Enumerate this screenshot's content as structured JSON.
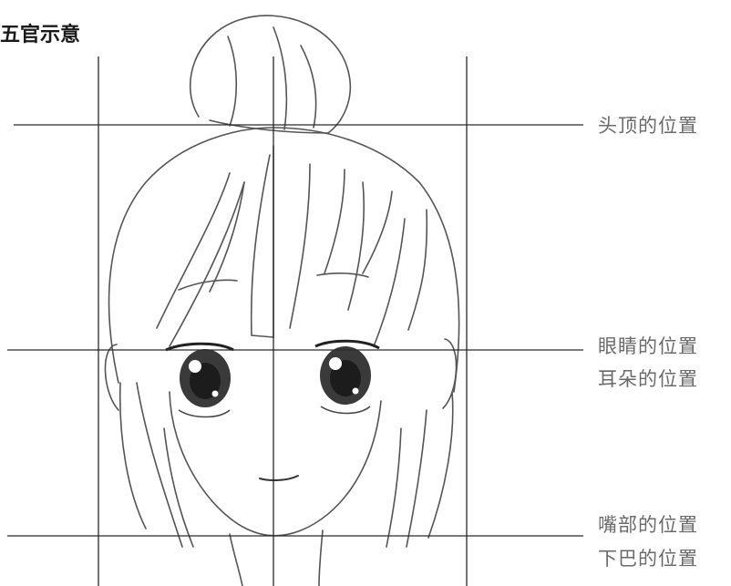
{
  "title": "五官示意",
  "labels": {
    "head_top": "头顶的位置",
    "eyes": "眼睛的位置",
    "ears": "耳朵的位置",
    "mouth": "嘴部的位置",
    "chin": "下巴的位置"
  },
  "colors": {
    "line": "#2a2a2a",
    "sketch": "#555555",
    "label": "#6a6a6a"
  }
}
